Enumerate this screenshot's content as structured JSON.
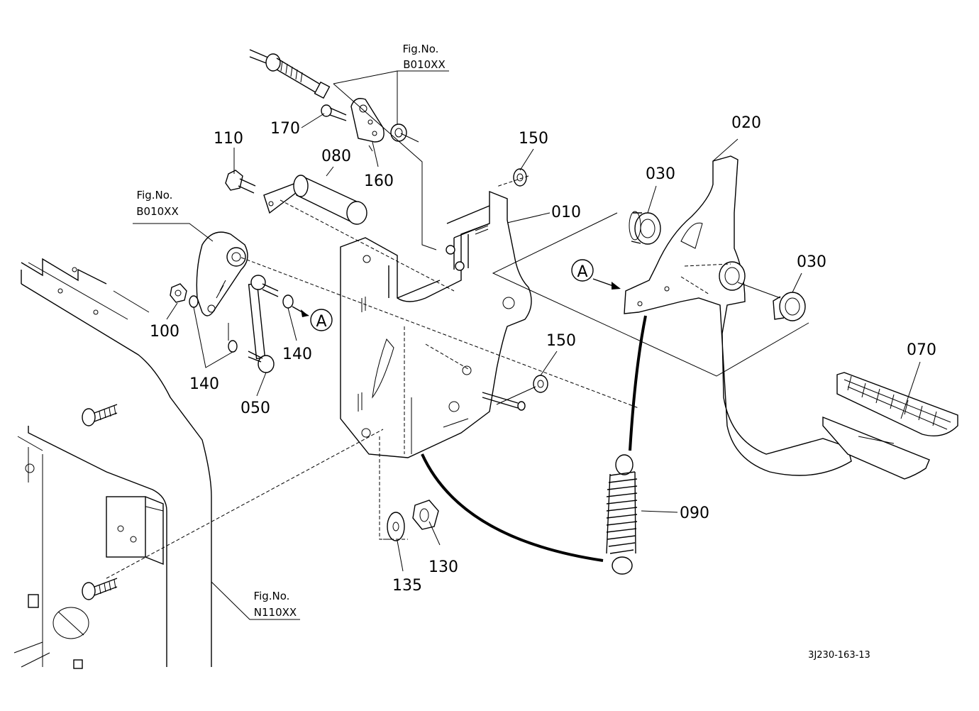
{
  "parts": {
    "p010": "010",
    "p020": "020",
    "p030a": "030",
    "p030b": "030",
    "p050": "050",
    "p070": "070",
    "p080": "080",
    "p090": "090",
    "p100": "100",
    "p110": "110",
    "p130": "130",
    "p135": "135",
    "p140a": "140",
    "p140b": "140",
    "p150a": "150",
    "p150b": "150",
    "p160": "160",
    "p170": "170"
  },
  "figrefs": {
    "top": {
      "caption": "Fig.No.",
      "code": "B010XX"
    },
    "left": {
      "caption": "Fig.No.",
      "code": "B010XX"
    },
    "bottom": {
      "caption": "Fig.No.",
      "code": "N110XX"
    }
  },
  "markers": {
    "a1": "A",
    "a2": "A"
  },
  "document_code": "3J230-163-13"
}
